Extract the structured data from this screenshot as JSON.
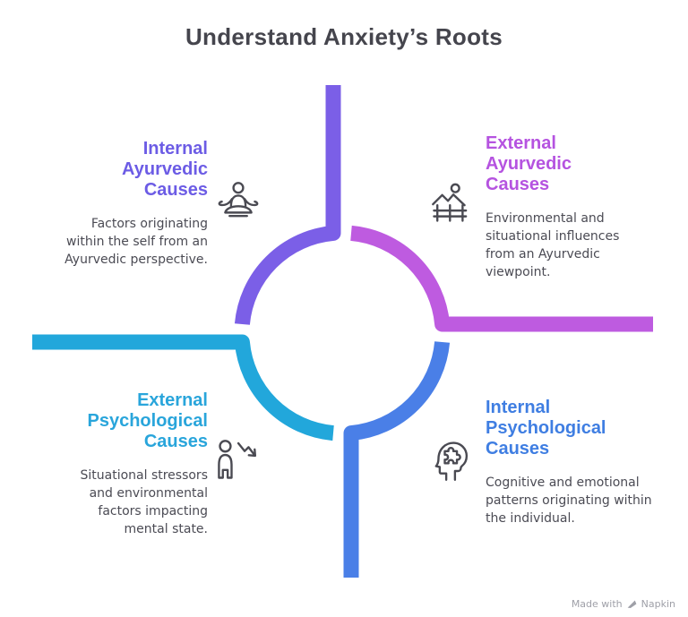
{
  "title": "Understand Anxiety’s Roots",
  "colors": {
    "background": "#FFFFFF",
    "title": "#45454D",
    "body_text": "#4B4B54",
    "icon": "#4A4A52",
    "watermark": "#9FA0A8"
  },
  "quadrants": [
    {
      "id": "top-left",
      "heading": "Internal\nAyurvedic\nCauses",
      "heading_color": "#6C5CE5",
      "arc_color": "#7B5FE7",
      "icon": "meditation-icon",
      "body": "Factors originating\nwithin the self from an\nAyurvedic perspective."
    },
    {
      "id": "top-right",
      "heading": "External\nAyurvedic\nCauses",
      "heading_color": "#B553E0",
      "arc_color": "#BE5BE0",
      "icon": "landscape-fence-icon",
      "body": "Environmental and\nsituational influences\nfrom an Ayurvedic\nviewpoint."
    },
    {
      "id": "bottom-left",
      "heading": "External\nPsychological\nCauses",
      "heading_color": "#29A5DB",
      "arc_color": "#22A7DB",
      "icon": "person-declining-arrow-icon",
      "body": "Situational stressors\nand environmental\nfactors impacting\nmental state."
    },
    {
      "id": "bottom-right",
      "heading": "Internal\nPsychological\nCauses",
      "heading_color": "#3F7EE2",
      "arc_color": "#4A7FE7",
      "icon": "head-puzzle-icon",
      "body": "Cognitive and emotional\npatterns originating within\nthe individual."
    }
  ],
  "watermark": {
    "prefix": "Made with",
    "brand": "Napkin"
  }
}
